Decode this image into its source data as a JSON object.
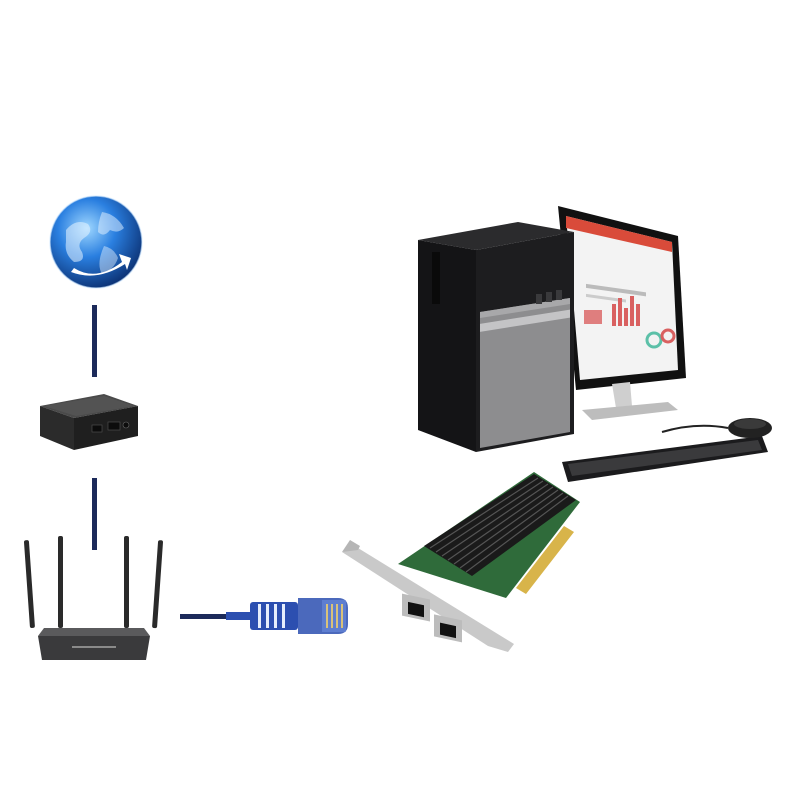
{
  "diagram": {
    "nodes": [
      {
        "id": "internet",
        "icon": "globe-icon"
      },
      {
        "id": "modem",
        "icon": "modem-icon"
      },
      {
        "id": "router",
        "icon": "wifi-router-icon"
      },
      {
        "id": "ethernet-cable",
        "icon": "rj45-cable-icon"
      },
      {
        "id": "network-card",
        "icon": "dual-port-nic-icon"
      },
      {
        "id": "desktop-pc",
        "icon": "desktop-computer-icon"
      }
    ],
    "links": [
      {
        "from": "internet",
        "to": "modem"
      },
      {
        "from": "modem",
        "to": "router"
      },
      {
        "from": "router",
        "to": "ethernet-cable"
      }
    ]
  },
  "colors": {
    "link": "#1c2a5a",
    "cable": "#2c4fb0",
    "router_body": "#3a3a3c",
    "card_pcb": "#2f6b3a",
    "heatsink": "#1a1a1a",
    "bracket": "#c9c9c9",
    "monitor_bezel": "#111111",
    "tower": "#1d1d1f",
    "globe": "#1f6fd6"
  }
}
